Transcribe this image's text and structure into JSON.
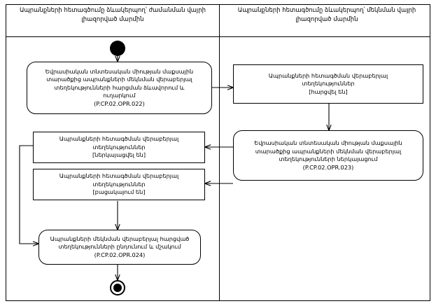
{
  "diagram": {
    "title_left": "Ապրանքների հետագծումը ձևակերպող՝ ժամանման վայրի լիազորված մարմին",
    "title_right": "Ապրանքների հետագծումը ձևակերպող՝ մեկնման վայրի լիազորված մարմին"
  },
  "lanes": [
    {
      "id": "left",
      "label": "Ապրանքների հետագծումը ձևակերպող՝ ժամանման վայրի լիազորված մարմին"
    },
    {
      "id": "right",
      "label": "Ապրանքների հետագծումը ձևակերպող՝ մեկնման վայրի լիազորված մարմին"
    }
  ],
  "nodes": {
    "initial": {
      "kind": "initial-node",
      "label": ""
    },
    "activity_022": {
      "kind": "activity",
      "label": "Եվրասիական տնտեսական միության մաքսային\nտարածքից ապրանքների մեկնման վերաբերյալ\nտեղեկությունների հարցման ձևավորում և\nուղարկում\n(P.CP.02.OPR.022)",
      "code": "P.CP.02.OPR.022"
    },
    "object_requested": {
      "kind": "object",
      "label": "Ապրանքների հետագծման վերաբերյալ\nտեղեկություններ\n[հարցվել են]",
      "state": "[հարցվել են]"
    },
    "activity_023": {
      "kind": "activity",
      "label": "Եվրասիական տնտեսական միության մաքսային\nտարածքից ապրանքների մեկնման վերաբերյալ\nտեղեկությունների ներկայացում\n(P.CP.02.OPR.023)",
      "code": "P.CP.02.OPR.023"
    },
    "object_submitted": {
      "kind": "object",
      "label": "Ապրանքների հետագծման վերաբերյալ\nտեղեկություններ\n[ներկայացվել են]",
      "state": "[ներկայացվել են]"
    },
    "object_absent": {
      "kind": "object",
      "label": "Ապրանքների հետագծման վերաբերյալ\nտեղեկություններ\n[բացակայում են]",
      "state": "[բացակայում են]"
    },
    "activity_024": {
      "kind": "activity",
      "label": "Ապրանքների մեկնման վերաբերյալ հարցված\nտեղեկությունների ընդունում և մշակում\n(P.CP.02.OPR.024)",
      "code": "P.CP.02.OPR.024"
    },
    "final": {
      "kind": "final-node",
      "label": ""
    }
  },
  "colors": {
    "stroke": "#000000",
    "background": "#ffffff",
    "text": "#000000"
  }
}
